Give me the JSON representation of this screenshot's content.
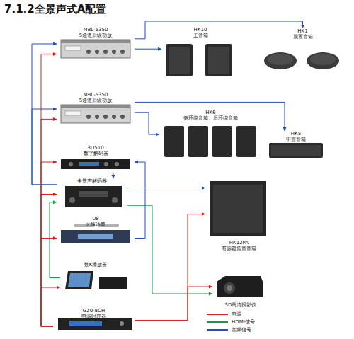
{
  "diagram": {
    "title": "7.1.2全景声式A配置",
    "nodes": [
      {
        "text": [
          "MBL-5350",
          "5通道后级功放"
        ]
      },
      {
        "text": [
          "HK10",
          "主音箱"
        ]
      },
      {
        "text": [
          "HK1",
          "顶置音箱"
        ]
      },
      {
        "text": [
          "MBL-5350",
          "5通道后级功放"
        ]
      },
      {
        "text": [
          "HK6",
          "侧环绕音箱、后环绕音箱"
        ]
      },
      {
        "text": [
          "HK5",
          "中置音箱"
        ]
      },
      {
        "text": [
          "3D510",
          "数字解码器"
        ]
      },
      {
        "text": [
          "全景声解码器"
        ]
      },
      {
        "text": [
          "HK12PA",
          "有源超低音音箱"
        ]
      },
      {
        "text": [
          "U8",
          "无线话筒"
        ]
      },
      {
        "text": [
          "数K播放器"
        ]
      },
      {
        "text": [
          "3D高清投影仪"
        ]
      },
      {
        "text": [
          "G20-8CH",
          "电源时序器"
        ]
      }
    ],
    "edges": [
      {
        "from": 0,
        "to": 1,
        "arrow": "to"
      },
      {
        "from": 0,
        "to": 2,
        "arrow": "to"
      },
      {
        "from": 3,
        "to": 4,
        "arrow": "to"
      },
      {
        "from": 3,
        "to": 5,
        "arrow": "to"
      },
      {
        "from": 7,
        "to": 0,
        "arrow": "to"
      },
      {
        "from": 7,
        "to": 3,
        "arrow": "to"
      },
      {
        "from": 7,
        "to": 8,
        "arrow": "to"
      },
      {
        "from": 9,
        "to": 6,
        "arrow": "to"
      },
      {
        "from": 6,
        "to": 7,
        "arrow": "to"
      },
      {
        "from": 10,
        "to": 7,
        "arrow": "to"
      },
      {
        "from": 7,
        "to": 11,
        "arrow": "to"
      },
      {
        "from": 12,
        "to": 0,
        "arrow": "to"
      },
      {
        "from": 12,
        "to": 3,
        "arrow": "to"
      },
      {
        "from": 12,
        "to": 6,
        "arrow": "to"
      },
      {
        "from": 12,
        "to": 7,
        "arrow": "to"
      },
      {
        "from": 12,
        "to": 9,
        "arrow": "to"
      },
      {
        "from": 12,
        "to": 10,
        "arrow": "to"
      },
      {
        "from": 12,
        "to": 8,
        "arrow": "to"
      },
      {
        "from": 12,
        "to": 11,
        "arrow": "to"
      }
    ],
    "legend": [
      {
        "text": "电源",
        "color": "#e02020"
      },
      {
        "text": "HDMI信号",
        "color": "#1a9a3a"
      },
      {
        "text": "音频信号",
        "color": "#1f4fbf"
      }
    ]
  }
}
